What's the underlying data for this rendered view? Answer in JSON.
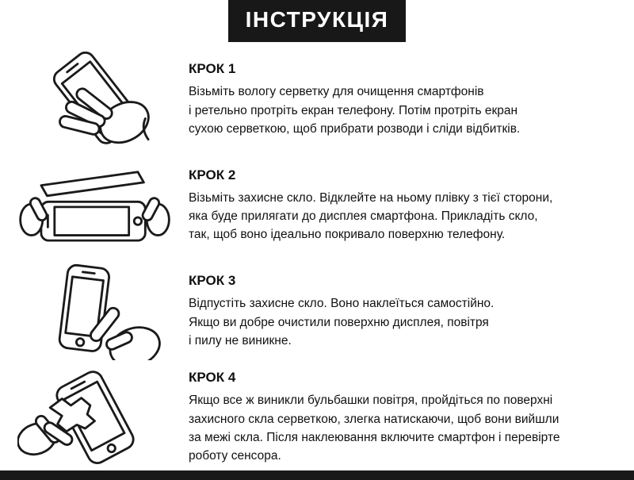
{
  "title": "ІНСТРУКЦІЯ",
  "steps": [
    {
      "heading": "КРОК 1",
      "illustration": "hand-wiping-smartphone-with-napkin",
      "text": "Візьміть вологу серветку для очищення смартфонів\nі ретельно протріть екран телефону. Потім протріть екран\nсухою серветкою, щоб прибрати розводи і сліди відбитків."
    },
    {
      "heading": "КРОК 2",
      "illustration": "two-hands-peeling-film-from-protective-glass",
      "text": "Візьміть захисне скло. Відклейте на ньому плівку з тієї сторони,\nяка буде прилягати до дисплея смартфона. Прикладіть скло,\nтак, щоб воно ідеально покривало поверхню телефону."
    },
    {
      "heading": "КРОК 3",
      "illustration": "finger-pressing-glass-onto-smartphone",
      "text": "Відпустіть захисне скло. Воно наклеїться самостійно.\nЯкщо ви добре очистили поверхню дисплея, повітря\nі пилу не виникне."
    },
    {
      "heading": "КРОК 4",
      "illustration": "hand-smoothing-air-bubbles-with-napkin",
      "text": "Якщо все ж виникли бульбашки повітря, пройдіться по поверхні\nзахисного скла серветкою, злегка натискаючи, щоб вони вийшли\nза межі скла. Після наклеювання включите смартфон і перевірте\nроботу сенсора."
    }
  ],
  "colors": {
    "banner_bg": "#181818",
    "bottom_bar_bg": "#181818",
    "text": "#111111",
    "page_bg": "#ffffff",
    "line_art": "#1a1a1a"
  }
}
